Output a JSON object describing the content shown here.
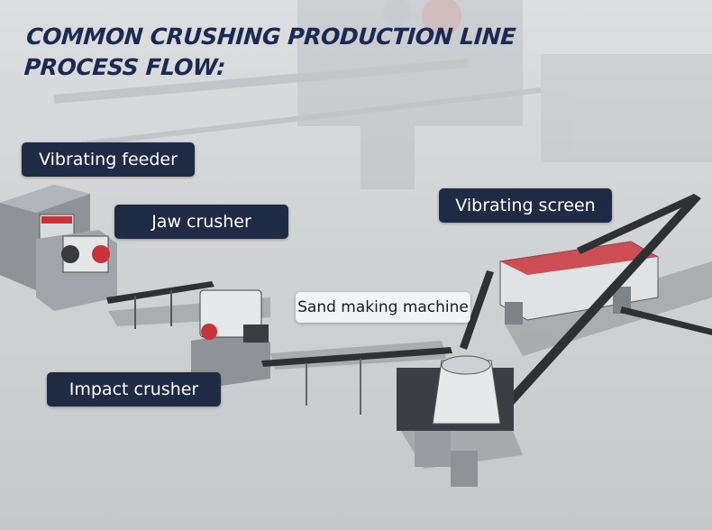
{
  "headline": {
    "line1": "COMMON CRUSHING PRODUCTION LINE",
    "line2": "PROCESS FLOW:"
  },
  "labels": {
    "vibrating_feeder": "Vibrating feeder",
    "jaw_crusher": "Jaw crusher",
    "vibrating_screen": "Vibrating screen",
    "sand_making_machine": "Sand making machine",
    "impact_crusher": "Impact crusher"
  },
  "colors": {
    "label_background": "#1f2a45",
    "headline_text": "#1b2a52",
    "machine_accent_red": "#c8323a"
  }
}
